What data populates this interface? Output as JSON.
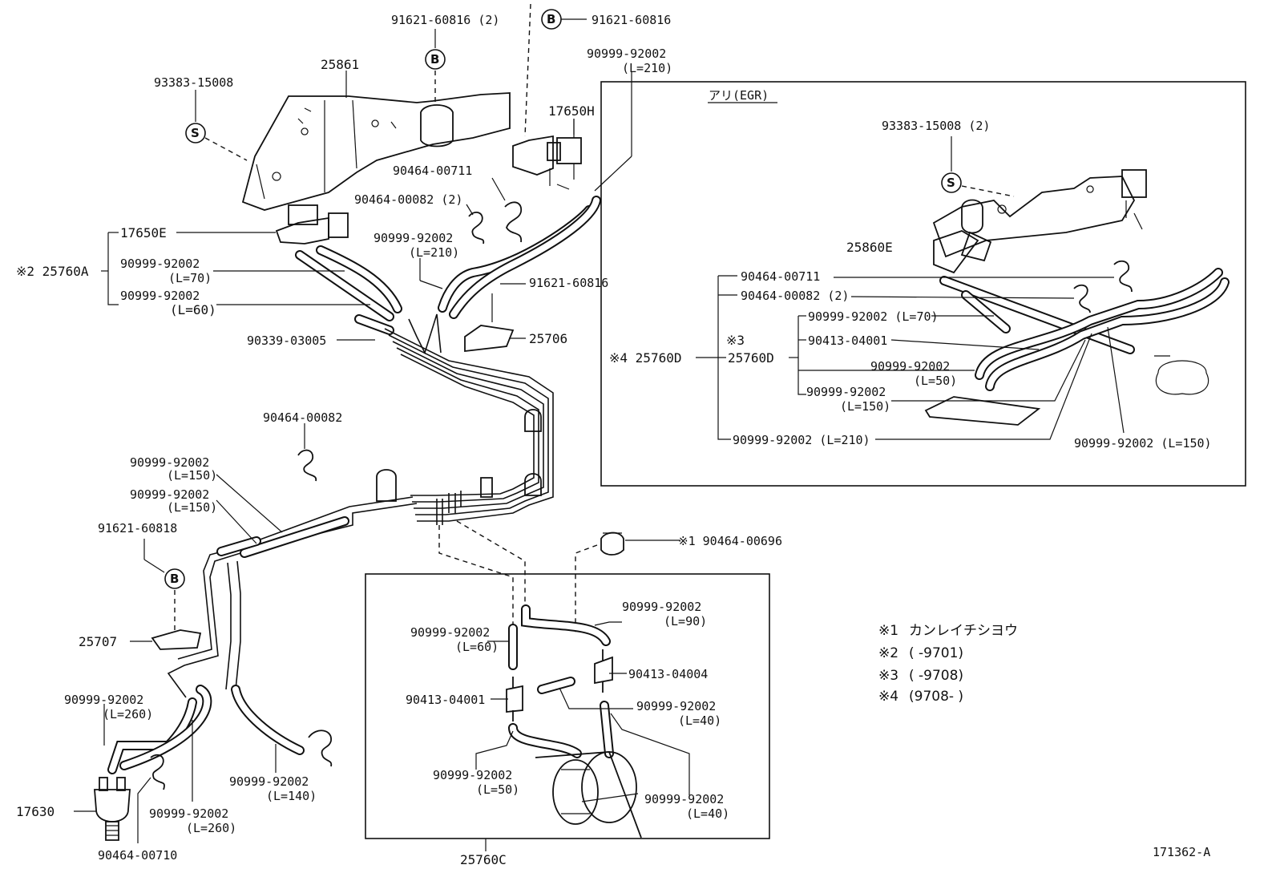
{
  "diagram_id": "171362-A",
  "labels": {
    "p91621_60816_2": "91621-60816 (2)",
    "p91621_60816_top": "91621-60816",
    "p90999_l210_top": "90999-92002",
    "p90999_l210_top_len": "(L=210)",
    "p93383": "93383-15008",
    "p25861": "25861",
    "p17650H": "17650H",
    "p90464_00711": "90464-00711",
    "p90464_00082_2": "90464-00082 (2)",
    "p17650E": "17650E",
    "p25760A": "※2 25760A",
    "p90999_l70": "90999-92002",
    "p90999_l70_len": "(L=70)",
    "p90999_l60": "90999-92002",
    "p90999_l60_len": "(L=60)",
    "p90999_l210_mid": "90999-92002",
    "p90999_l210_mid_len": "(L=210)",
    "p91621_60816_mid": "91621-60816",
    "p90339": "90339-03005",
    "p25706": "25706",
    "p90464_00082": "90464-00082",
    "p90999_l150_a": "90999-92002",
    "p90999_l150_a_len": "(L=150)",
    "p90999_l150_b": "90999-92002",
    "p90999_l150_b_len": "(L=150)",
    "p91621_60818": "91621-60818",
    "p90464_00696": "※1 90464-00696",
    "p25707": "25707",
    "p90999_l60_box": "90999-92002",
    "p90999_l60_box_len": "(L=60)",
    "p90999_l90": "90999-92002",
    "p90999_l90_len": "(L=90)",
    "p90413_04004": "90413-04004",
    "p90413_04001_box": "90413-04001",
    "p90999_l40_a": "90999-92002",
    "p90999_l40_a_len": "(L=40)",
    "p90999_l260_a": "90999-92002",
    "p90999_l260_a_len": "(L=260)",
    "p90999_l50_box": "90999-92002",
    "p90999_l50_box_len": "(L=50)",
    "p90999_l40_b": "90999-92002",
    "p90999_l40_b_len": "(L=40)",
    "p90999_l140": "90999-92002",
    "p90999_l140_len": "(L=140)",
    "p17630": "17630",
    "p90999_l260_b": "90999-92002",
    "p90999_l260_b_len": "(L=260)",
    "p90464_00710": "90464-00710",
    "p25760C": "25760C",
    "egr_title": "アリ(EGR)",
    "egr_93383": "93383-15008 (2)",
    "egr_25860E": "25860E",
    "egr_90464_00711": "90464-00711",
    "egr_90464_00082": "90464-00082 (2)",
    "egr_l70": "90999-92002 (L=70)",
    "egr_note3": "※3",
    "egr_90413": "90413-04001",
    "egr_25760D_left": "※4 25760D",
    "egr_25760D": "25760D",
    "egr_l50": "90999-92002",
    "egr_l50_len": "(L=50)",
    "egr_l150": "90999-92002",
    "egr_l150_len": "(L=150)",
    "egr_l210": "90999-92002 (L=210)",
    "egr_l150_r": "90999-92002 (L=150)"
  },
  "circle_letters": {
    "bolt": "B",
    "screw": "S"
  },
  "notes": [
    {
      "mark": "※1",
      "text": "カンレイチシヨウ"
    },
    {
      "mark": "※2",
      "text": "(      -9701)"
    },
    {
      "mark": "※3",
      "text": "(      -9708)"
    },
    {
      "mark": "※4",
      "text": "(9708-      )"
    }
  ]
}
